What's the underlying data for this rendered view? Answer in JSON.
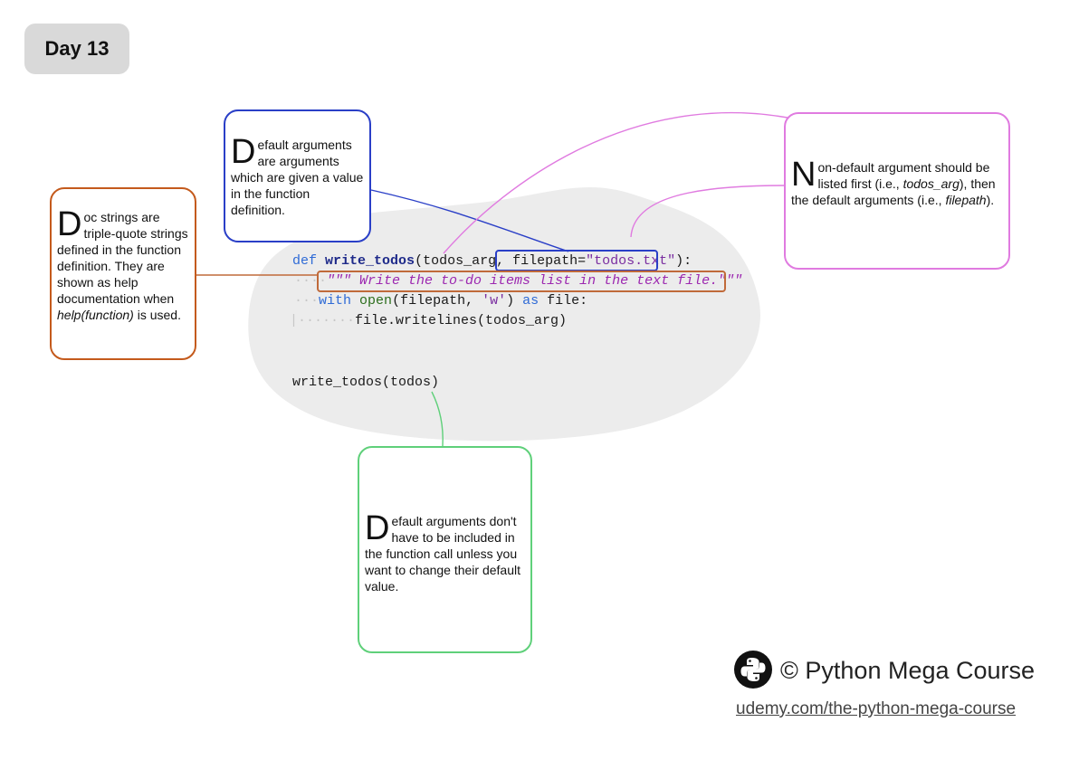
{
  "badge": {
    "label": "Day 13"
  },
  "notes": {
    "default_args": {
      "dropcap": "D",
      "text": "efault arguments are arguments which are given a value in the function definition."
    },
    "docstrings": {
      "dropcap": "D",
      "text_a": "oc strings are triple-quote strings defined in the function definition. They are shown as help documentation when ",
      "text_em": "help(function)",
      "text_b": " is used."
    },
    "non_default": {
      "dropcap": "N",
      "text_a": "on-default argument should be listed first (i.e., ",
      "em_1": "todos_arg",
      "text_b": "), then the default arguments (i.e., ",
      "em_2": "filepath",
      "text_c": ")."
    },
    "call_note": {
      "dropcap": "D",
      "text": "efault arguments don't have to be included in the function call unless you want to change their default value."
    }
  },
  "code": {
    "def_kw": "def",
    "func_name": "write_todos",
    "params_a": "(todos_arg, ",
    "param_default": "filepath=",
    "default_value": "\"todos.txt\"",
    "params_end": "):",
    "docstring": "\"\"\" Write the to-do items list in the text file.\"\"\"",
    "with_kw": "with",
    "open_fn": "open",
    "open_args_a": "(filepath, ",
    "open_mode": "'w'",
    "open_args_b": ")",
    "as_kw": "as",
    "file_var": "file:",
    "body_line": "file.writelines(todos_arg)",
    "call_line": "write_todos(todos)"
  },
  "colors": {
    "blue_note": "#2a3fc7",
    "orange_note": "#c45a1c",
    "pink_note": "#e07be0",
    "green_note": "#5fd07a",
    "blob": "#ececec",
    "badge_bg": "#d9d9d9"
  },
  "footer": {
    "logo_icon": "python-logo-icon",
    "copyright": "© Python Mega Course",
    "link": "udemy.com/the-python-mega-course"
  }
}
